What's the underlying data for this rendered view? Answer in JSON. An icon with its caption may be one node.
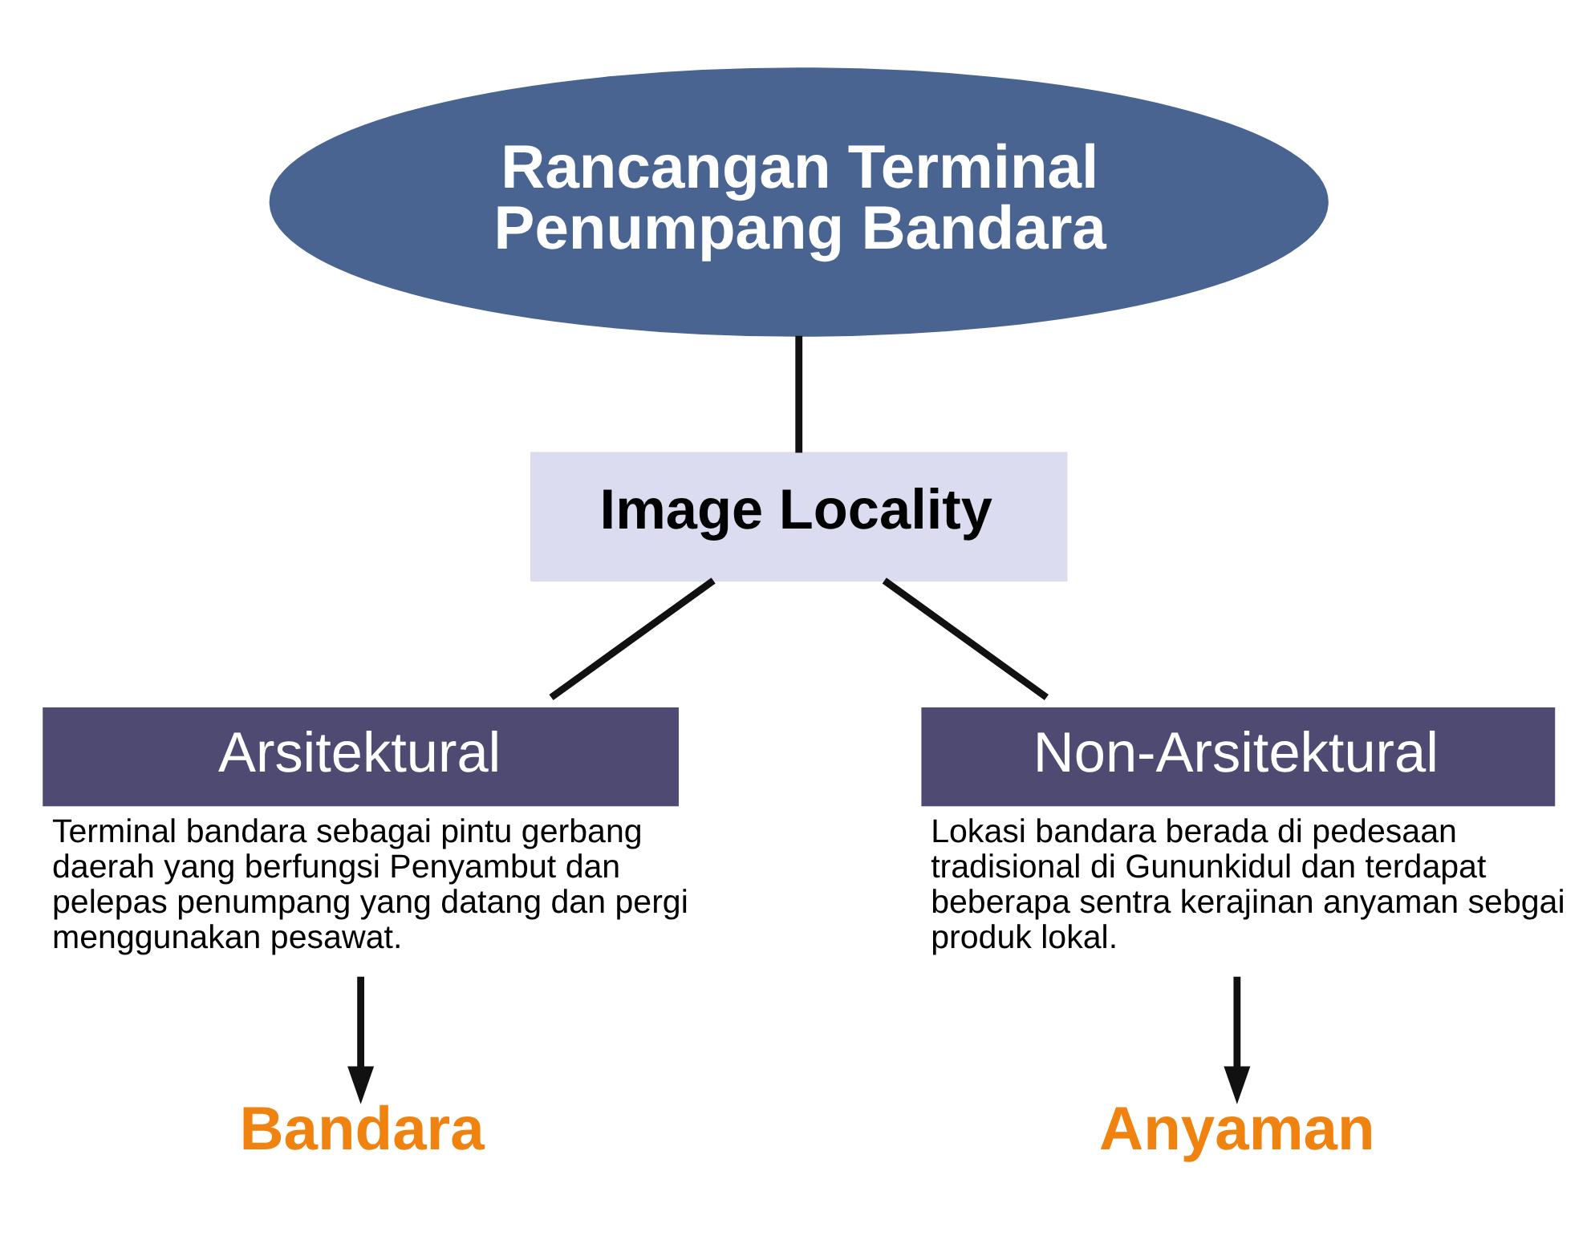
{
  "diagram": {
    "nodes": [
      {
        "text": [
          "Rancangan Terminal Penumpang Bandara"
        ]
      },
      {
        "text": [
          "Image Locality"
        ]
      },
      {
        "text": [
          "Arsitektural"
        ],
        "beside": [
          "Terminal bandara sebagai pintu gerbang daerah yang berfungsi Penyambut dan pelepas penumpang yang datang dan pergi menggunakan pesawat."
        ]
      },
      {
        "text": [
          "Non-Arsitektural"
        ],
        "beside": [
          "Lokasi bandara berada di pedesaan tradisional di Gununkidul dan terdapat beberapa sentra kerajinan anyaman sebgai produk lokal."
        ]
      },
      {
        "text": [
          "Bandara"
        ]
      },
      {
        "text": [
          "Anyaman"
        ]
      }
    ],
    "edges": [
      {
        "from": 0,
        "to": 1,
        "arrow": "none"
      },
      {
        "from": 1,
        "to": 2,
        "arrow": "none"
      },
      {
        "from": 1,
        "to": 3,
        "arrow": "none"
      },
      {
        "from": 2,
        "to": 4,
        "arrow": "to"
      },
      {
        "from": 3,
        "to": 5,
        "arrow": "to"
      }
    ]
  }
}
